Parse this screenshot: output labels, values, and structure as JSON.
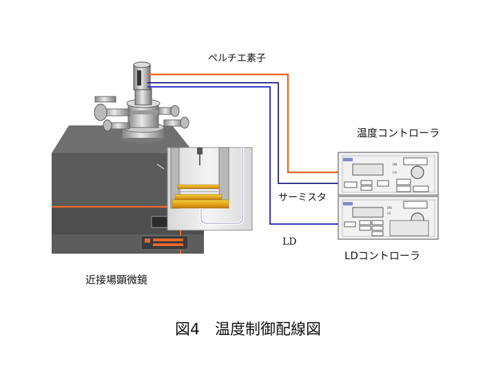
{
  "labels": {
    "peltier": "ペルチエ素子",
    "temp_controller": "温度コントローラ",
    "thermistor": "サーミスタ",
    "ld": "LD",
    "ld_controller": "LDコントローラ",
    "microscope": "近接場顕微鏡"
  },
  "caption": "図4　温度制御配線図",
  "colors": {
    "peltier_wire": "#e8692c",
    "thermistor_wire": "#34348c",
    "ld_wire": "#3232c8",
    "microscope_body": "#555555",
    "sample_stage": "#d9a520"
  },
  "icons": {
    "controller_logo": "brand-logo-icon"
  }
}
